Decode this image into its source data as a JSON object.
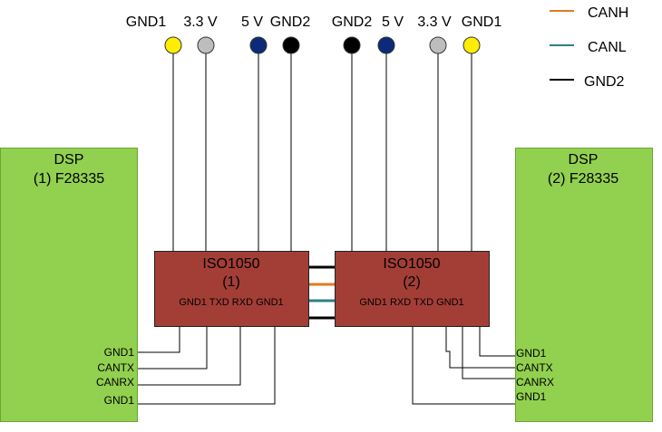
{
  "legend": [
    {
      "label": "CANH",
      "color": "#e07a22"
    },
    {
      "label": "CANL",
      "color": "#2f7f8a"
    },
    {
      "label": "GND2",
      "color": "#000000"
    }
  ],
  "terminals_left": [
    {
      "label": "GND1",
      "color": "#ffee00"
    },
    {
      "label": "3.3 V",
      "color": "#bdbdbd"
    },
    {
      "label": "5 V",
      "color": "#0d2a7a"
    },
    {
      "label": "GND2",
      "color": "#000000"
    }
  ],
  "terminals_right": [
    {
      "label": "GND2",
      "color": "#000000"
    },
    {
      "label": "5 V",
      "color": "#0d2a7a"
    },
    {
      "label": "3.3 V",
      "color": "#bdbdbd"
    },
    {
      "label": "GND1",
      "color": "#ffee00"
    }
  ],
  "dsp_left": {
    "title_line1": "DSP",
    "title_line2": "(1) F28335",
    "pins": [
      "GND1",
      "CANTX",
      "CANRX",
      "GND1"
    ]
  },
  "dsp_right": {
    "title_line1": "DSP",
    "title_line2": "(2) F28335",
    "pins": [
      "GND1",
      "CANTX",
      "CANRX",
      "GND1"
    ]
  },
  "iso_left": {
    "title": "ISO1050",
    "index": "(1)",
    "pins": "GND1 TXD RXD GND1"
  },
  "iso_right": {
    "title": "ISO1050",
    "index": "(2)",
    "pins": "GND1 RXD TXD GND1"
  },
  "colors": {
    "dsp_fill": "#92d050",
    "dsp_stroke": "#6aa531",
    "iso_fill": "#a33e36",
    "iso_stroke": "#222222",
    "wire": "#000000"
  }
}
